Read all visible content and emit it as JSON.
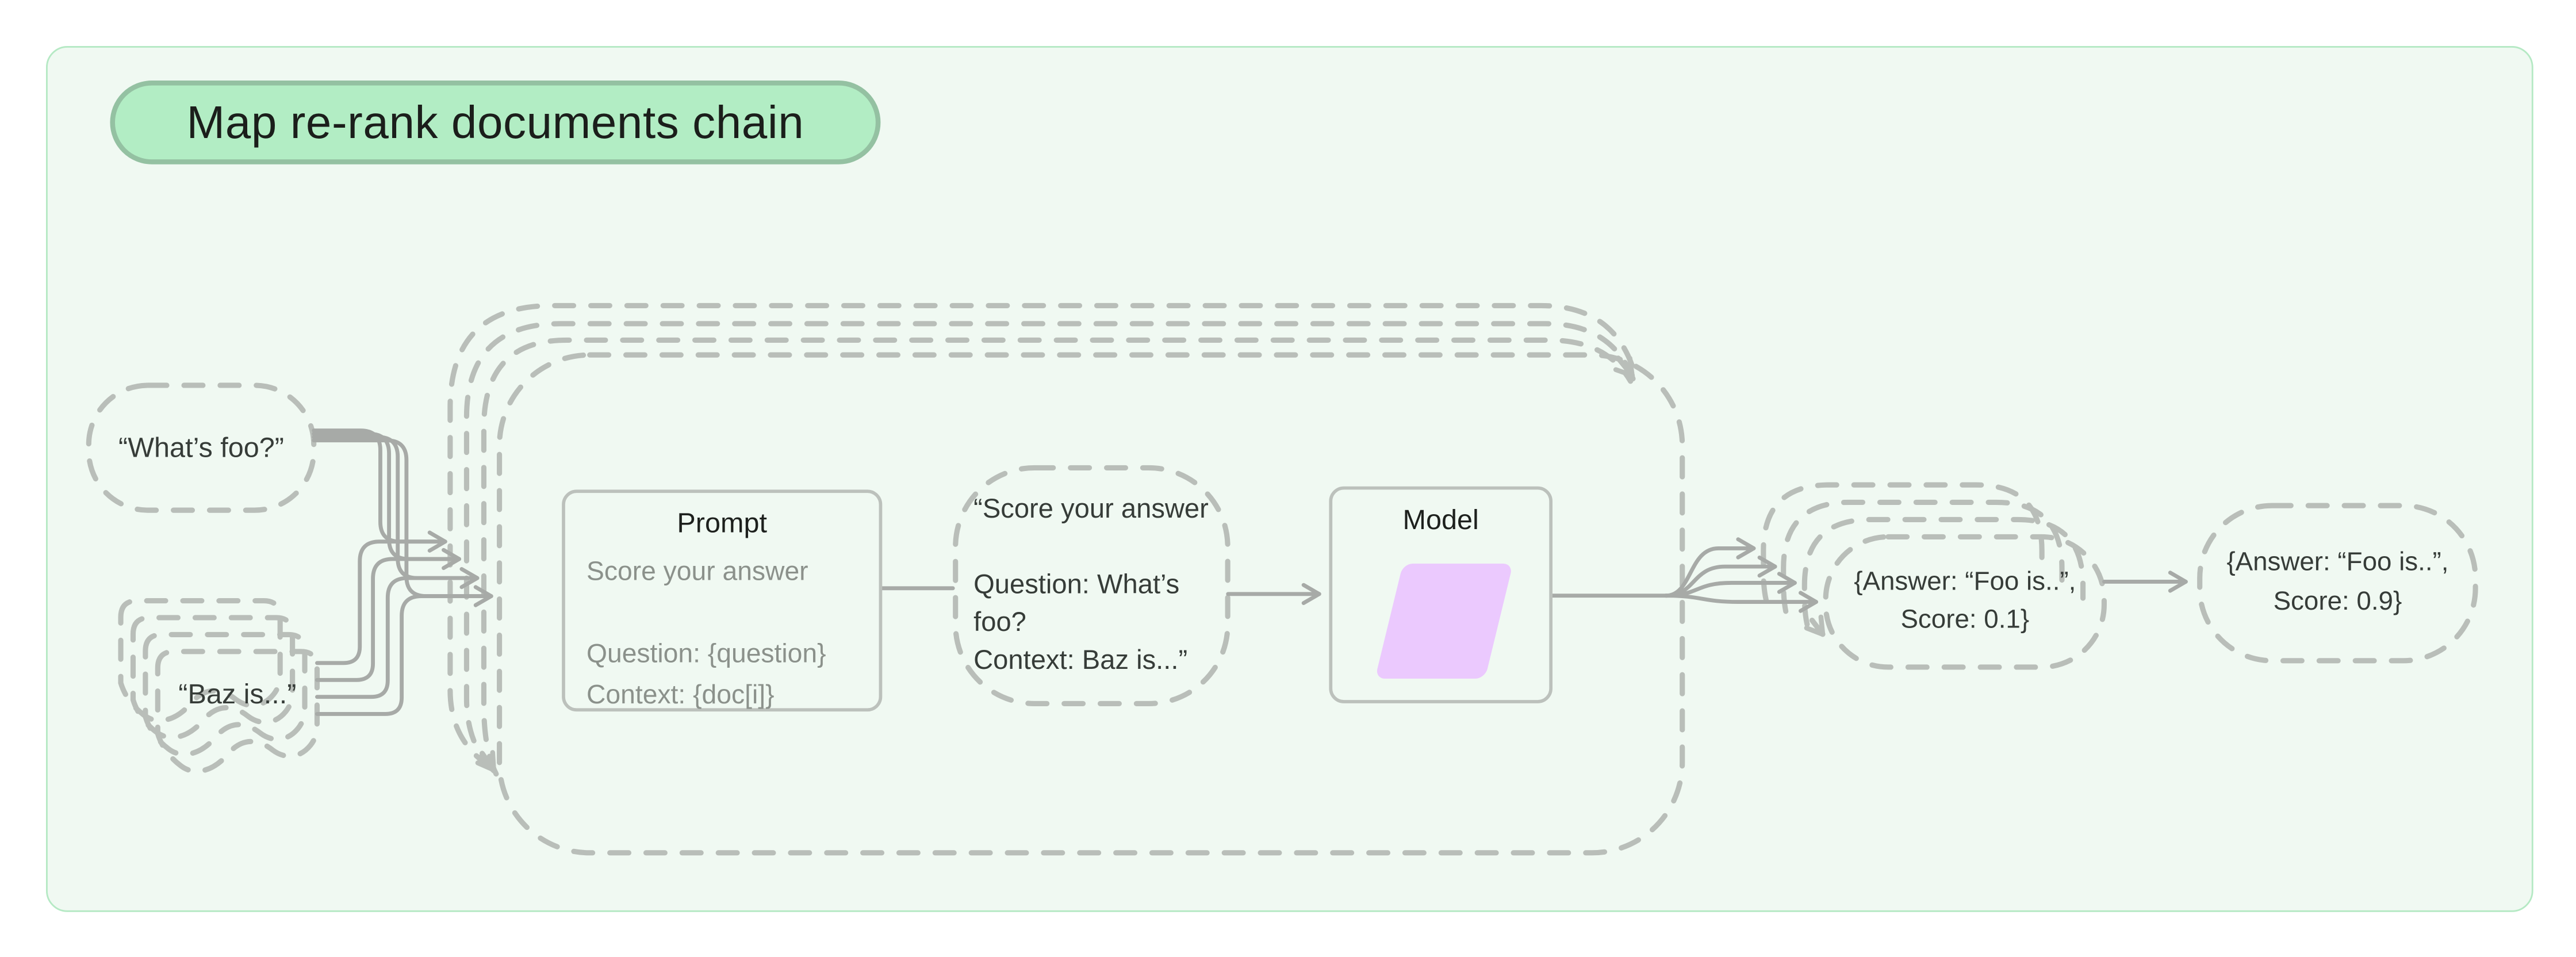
{
  "diagram": {
    "title": "Map re-rank documents chain",
    "question_bubble": {
      "label": "“What’s foo?”"
    },
    "document_stack": {
      "label": "“Baz is...”"
    },
    "prompt_box": {
      "title": "Prompt",
      "lines": [
        "Score your answer",
        "",
        "Question: {question}",
        "Context: {doc[i]}"
      ]
    },
    "filled_prompt_bubble": {
      "lines": [
        "“Score your answer",
        "",
        "Question: What’s",
        "foo?",
        "Context: Baz is...”"
      ]
    },
    "model_box": {
      "title": "Model"
    },
    "scored_answer_bubble": {
      "lines": [
        "{Answer: “Foo is..”,",
        "Score: 0.1}"
      ]
    },
    "final_answer_bubble": {
      "lines": [
        "{Answer: “Foo is..”,",
        "Score: 0.9}"
      ]
    }
  },
  "colors": {
    "page_background": "#ffffff",
    "panel_background": "#f0f9f2",
    "panel_border": "#b5e9c4",
    "pill_background": "#b2edc4",
    "pill_border": "#94c1a2",
    "dashed_stroke": "#b9beb9",
    "solid_stroke": "#a7aaa7",
    "box_border": "#bcc1bc",
    "dark_text": "#363c38",
    "muted_text": "#8b918b",
    "model_parallelogram": "#ebc9fe"
  }
}
